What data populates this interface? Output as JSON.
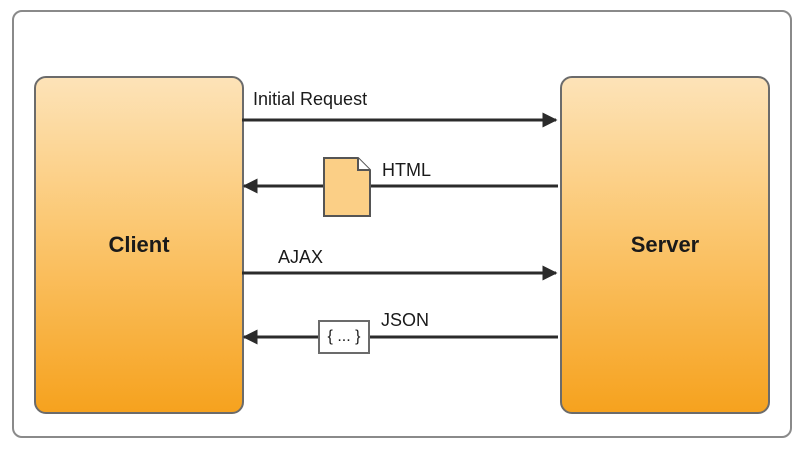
{
  "client": {
    "label": "Client"
  },
  "server": {
    "label": "Server"
  },
  "messages": [
    {
      "label": "Initial Request",
      "direction": "client-to-server"
    },
    {
      "label": "HTML",
      "direction": "server-to-client",
      "icon": "document-icon"
    },
    {
      "label": "AJAX",
      "direction": "client-to-server"
    },
    {
      "label": "JSON",
      "direction": "server-to-client",
      "payload": "{ ... }"
    }
  ],
  "colors": {
    "box_top": "#fde3b8",
    "box_bottom": "#f6a21e",
    "document_fill": "#fbcf86",
    "arrow": "#2b2b2b",
    "border": "#6b6b6b"
  }
}
